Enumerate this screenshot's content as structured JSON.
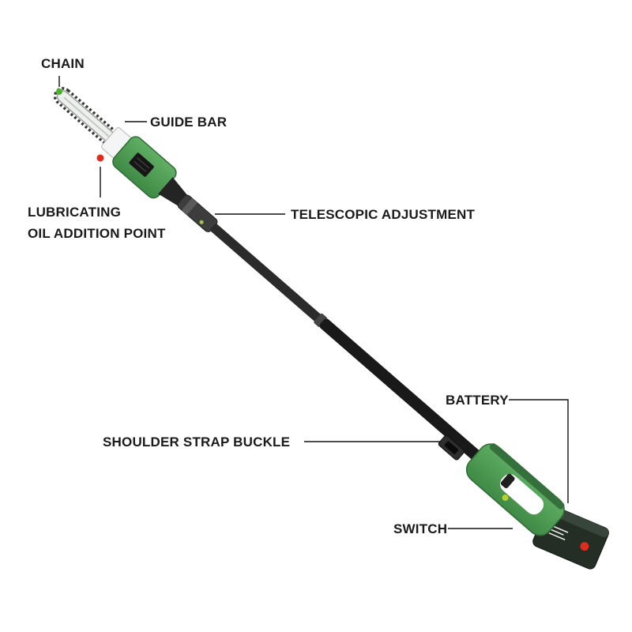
{
  "diagram": {
    "product": "telescopic-pole-chainsaw",
    "labels": {
      "chain": "CHAIN",
      "guide_bar": "GUIDE BAR",
      "lubricating_line1": "LUBRICATING",
      "lubricating_line2": "OIL ADDITION POINT",
      "telescopic": "TELESCOPIC ADJUSTMENT",
      "battery": "BATTERY",
      "shoulder_strap": "SHOULDER STRAP BUCKLE",
      "switch": "SWITCH"
    },
    "colors": {
      "body_green": "#4f9e55",
      "body_green_dark": "#356f3b",
      "pole_black": "#1e1e1e",
      "battery_dark": "#252e25",
      "marker_red": "#e02b1d",
      "marker_green": "#4db32a",
      "indicator_yellow": "#b9cf2f",
      "label_text": "#1a1a1a",
      "leader_line": "#111111"
    }
  }
}
